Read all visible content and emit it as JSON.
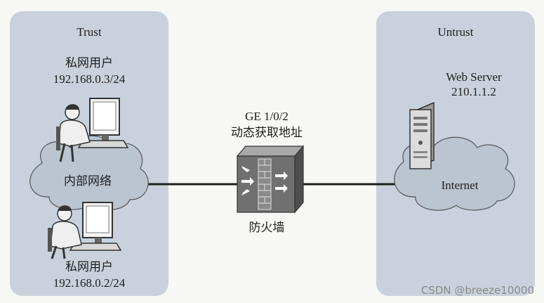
{
  "zones": {
    "trust": {
      "label": "Trust",
      "user_top": {
        "name": "私网用户",
        "ip": "192.168.0.3/24"
      },
      "cloud_label": "内部网络",
      "user_bottom": {
        "name": "私网用户",
        "ip": "192.168.0.2/24"
      }
    },
    "untrust": {
      "label": "Untrust",
      "server": {
        "name": "Web Server",
        "ip": "210.1.1.2"
      },
      "cloud_label": "Internet"
    }
  },
  "firewall": {
    "interface": "GE 1/0/2",
    "mode": "动态获取地址",
    "label": "防火墙"
  },
  "watermark": "CSDN @breeze10000",
  "colors": {
    "zone": "#c9d2dc",
    "cloud": "#bac5d0",
    "line": "#1e1e1e",
    "firewall": "#707070"
  }
}
